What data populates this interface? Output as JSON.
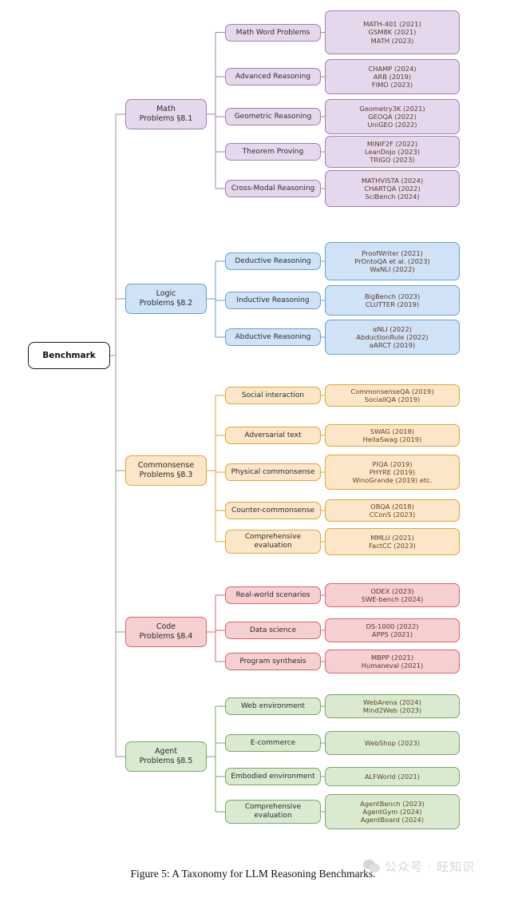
{
  "figure": {
    "caption": "Figure 5: A Taxonomy for LLM Reasoning Benchmarks.",
    "watermark_text": "公众号 · 旺知识"
  },
  "root": {
    "label": "Benchmark"
  },
  "colors": {
    "math": "#e6d8ec",
    "math_border": "#a07fb5",
    "logic": "#cfe2f6",
    "logic_border": "#6d9fcf",
    "commonsense": "#fbe6c8",
    "commonsense_border": "#e0a53a",
    "code": "#f6cfd0",
    "code_border": "#d4676c",
    "agent": "#d9ead1",
    "agent_border": "#7aa765",
    "root_border": "#1a1a1a",
    "trunk": "#9a9a9a"
  },
  "categories": [
    {
      "key": "math",
      "label": "Math\nProblems §8.1",
      "label_line1": "Math",
      "label_line2": "Problems §8.1",
      "children": [
        {
          "label": "Math Word Problems",
          "benchmarks": [
            "MATH-401 (2021)",
            "GSM8K (2021)",
            "MATH (2023)"
          ]
        },
        {
          "label": "Advanced Reasoning",
          "benchmarks": [
            "CHAMP (2024)",
            "ARB (2019)",
            "FIMO (2023)"
          ]
        },
        {
          "label": "Geometric Reasoning",
          "benchmarks": [
            "Geometry3K (2021)",
            "GEOQA (2022)",
            "UniGEO (2022)"
          ]
        },
        {
          "label": "Theorem Proving",
          "benchmarks": [
            "MINIF2F (2022)",
            "LeanDojo (2023)",
            "TRIGO (2023)"
          ]
        },
        {
          "label": "Cross-Modal Reasoning",
          "benchmarks": [
            "MATHVISTA (2024)",
            "CHARTQA (2022)",
            "SciBench (2024)"
          ]
        }
      ]
    },
    {
      "key": "logic",
      "label_line1": "Logic",
      "label_line2": "Problems §8.2",
      "children": [
        {
          "label": "Deductive Reasoning",
          "benchmarks": [
            "ProofWriter (2021)",
            "PrOntoQA et al. (2023)",
            "WaNLI (2022)"
          ]
        },
        {
          "label": "Inductive Reasoning",
          "benchmarks": [
            "BigBench (2023)",
            "CLUTTER (2019)"
          ]
        },
        {
          "label": "Abductive Reasoning",
          "benchmarks": [
            "αNLI (2022)",
            "AbductionRule (2022)",
            "αARCT (2019)"
          ]
        }
      ]
    },
    {
      "key": "commonsense",
      "label_line1": "Commonsense",
      "label_line2": "Problems §8.3",
      "children": [
        {
          "label": "Social interaction",
          "benchmarks": [
            "CommonsenseQA (2019)",
            "SocialIQA (2019)"
          ]
        },
        {
          "label": "Adversarial text",
          "benchmarks": [
            "SWAG (2018)",
            "HellaSwag (2019)"
          ]
        },
        {
          "label": "Physical commonsense",
          "benchmarks": [
            "PIQA (2019)",
            "PHYRE (2019)",
            "WinoGrande (2019) etc."
          ]
        },
        {
          "label": "Counter-commonsense",
          "benchmarks": [
            "OBQA (2018)",
            "CConS (2023)"
          ]
        },
        {
          "label_line1": "Comprehensive",
          "label_line2": "evaluation",
          "benchmarks": [
            "MMLU (2021)",
            "FactCC (2023)"
          ]
        }
      ]
    },
    {
      "key": "code",
      "label_line1": "Code",
      "label_line2": "Problems §8.4",
      "children": [
        {
          "label": "Real-world scenarios",
          "benchmarks": [
            "ODEX (2023)",
            "SWE-bench (2024)"
          ]
        },
        {
          "label": "Data science",
          "benchmarks": [
            "DS-1000 (2022)",
            "APPS (2021)"
          ]
        },
        {
          "label": "Program synthesis",
          "benchmarks": [
            "MBPP (2021)",
            "Humaneval (2021)"
          ]
        }
      ]
    },
    {
      "key": "agent",
      "label_line1": "Agent",
      "label_line2": "Problems §8.5",
      "children": [
        {
          "label": "Web environment",
          "benchmarks": [
            "WebArena (2024)",
            "Mind2Web (2023)"
          ]
        },
        {
          "label": "E-commerce",
          "benchmarks": [
            "WebShop (2023)"
          ]
        },
        {
          "label": "Embodied environment",
          "benchmarks": [
            "ALFWorld (2021)"
          ]
        },
        {
          "label_line1": "Comprehensive",
          "label_line2": "evaluation",
          "benchmarks": [
            "AgentBench (2023)",
            "AgentGym (2024)",
            "AgentBoard (2024)"
          ]
        }
      ]
    }
  ]
}
